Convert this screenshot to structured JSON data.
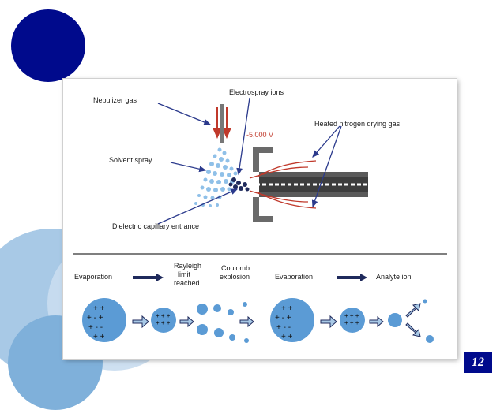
{
  "page_number": "12",
  "labels": {
    "nebulizer_gas": "Nebulizer gas",
    "electrospray_ions": "Electrospray ions",
    "voltage": "-5,000 V",
    "heated_nitrogen": "Heated nitrogen drying gas",
    "solvent_spray": "Solvent spray",
    "dielectric_capillary": "Dielectric capillary entrance"
  },
  "process": {
    "evaporation_1": "Evaporation",
    "rayleigh_line1": "Rayleigh",
    "rayleigh_line2": "limit",
    "rayleigh_line3": "reached",
    "coulomb_line1": "Coulomb",
    "coulomb_line2": "explosion",
    "evaporation_2": "Evaporation",
    "analyte_ion": "Analyte ion"
  },
  "colors": {
    "navy": "#000a8c",
    "droplet": "#5b9bd5",
    "droplet_dark": "#1f3a7a",
    "arrow_gas": "#c0392b",
    "capillary": "#555555"
  }
}
